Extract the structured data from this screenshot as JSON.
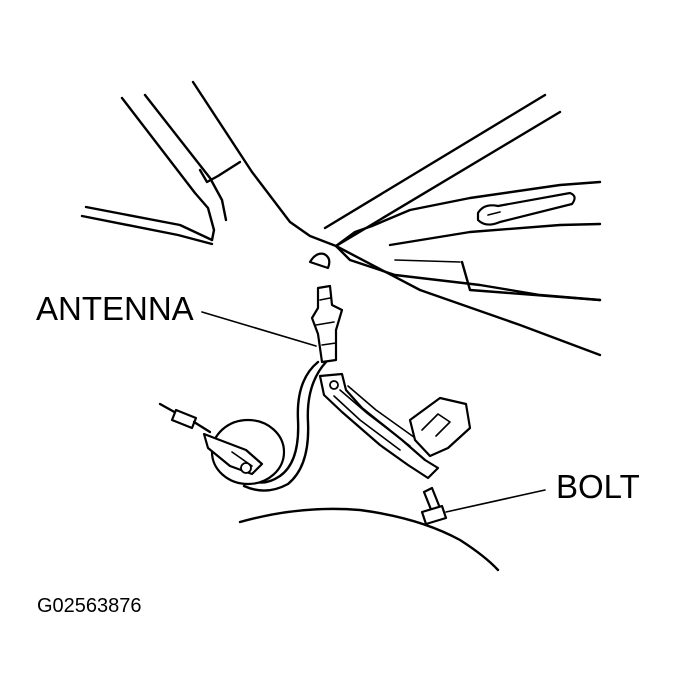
{
  "labels": {
    "antenna": "ANTENNA",
    "bolt": "BOLT",
    "figure_code": "G02563876"
  }
}
